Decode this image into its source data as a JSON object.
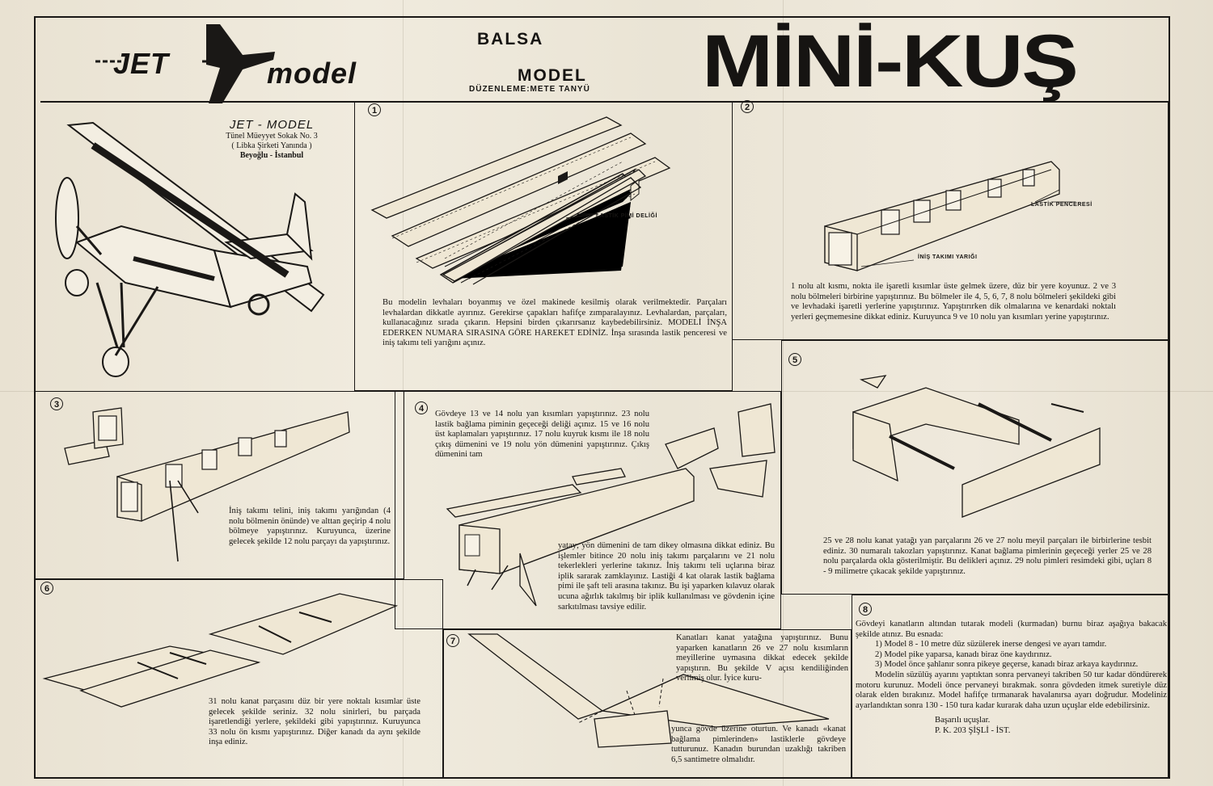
{
  "header": {
    "brand_jet": "JET",
    "brand_model": "model",
    "balsa": "BALSA",
    "model": "MODEL",
    "credit": "DÜZENLEME:METE   TANYÜ",
    "title": "MİNİ-KUŞ"
  },
  "stamp": {
    "line1": "JET - MODEL",
    "line2": "Tünel Müeyyet Sokak No. 3",
    "line3": "( Libka Şirketi Yanında )",
    "line4": "Beyoğlu - İstanbul"
  },
  "steps": {
    "s1": {
      "num": "1",
      "text": "Bu modelin levhaları boyanmış ve özel makinede kesilmiş olarak verilmektedir. Parçaları levhalardan dikkatle ayırınız. Gerekirse çapakları hafifçe zımparalayınız. Levhalardan, parçaları, kullanacağınız sırada çıkarın. Hepsini birden çıkarırsanız kaybedebilirsiniz. MODELİ İNŞA EDERKEN NUMARA SIRASINA GÖRE HAREKET EDİNİZ. İnşa sırasında lastik penceresi ve iniş takımı teli yarığını açınız.",
      "label": "LASTİK PİMİ DELİĞİ"
    },
    "s2": {
      "num": "2",
      "text": "1 nolu alt kısmı, nokta ile işaretli kısımlar üste gelmek üzere, düz bir yere koyunuz. 2 ve 3 nolu bölmeleri birbirine yapıştırınız. Bu bölmeler ile 4, 5, 6, 7, 8 nolu bölmeleri şekildeki gibi ve levhadaki işaretli yerlerine yapıştırınız. Yapıştırırken dik olmalarına ve kenardaki noktalı yerleri geçmemesine dikkat ediniz. Kuruyunca 9 ve 10 nolu yan kısımları yerine yapıştırınız.",
      "label1": "LASTİK PENCERESİ",
      "label2": "İNİŞ TAKIMI YARIĞI"
    },
    "s3": {
      "num": "3",
      "text": "İniş takımı telini, iniş takımı yarığından (4 nolu bölmenin önünde) ve alttan geçirip 4 nolu bölmeye yapıştırınız. Kuruyunca, üzerine gelecek şekilde 12 nolu parçayı da yapıştırınız."
    },
    "s4": {
      "num": "4",
      "text_a": "Gövdeye 13 ve 14 nolu yan kısımları yapıştırınız. 23 nolu lastik bağlama piminin geçeceği deliği açınız. 15 ve 16 nolu üst kaplamaları yapıştırınız. 17 nolu kuyruk kısmı ile 18 nolu çıkış dümenini ve 19 nolu yön dümenini yapıştırınız. Çıkış dümenini tam",
      "text_b": "yatay; yön dümenini de tam dikey olmasına dikkat ediniz. Bu işlemler bitince 20 nolu iniş takımı parçalarını ve 21 nolu tekerlekleri yerlerine takınız. İniş takımı teli uçlarına biraz iplik sararak zamklayınız. Lastiği 4 kat olarak lastik bağlama pimi ile şaft teli arasına takınız. Bu işi yaparken kılavuz olarak ucuna ağırlık takılmış bir iplik kullanılması ve gövdenin içine sarkıtılması tavsiye edilir."
    },
    "s5": {
      "num": "5",
      "text": "25 ve 28 nolu kanat yatağı yan parçalarını 26 ve 27 nolu meyil parçaları ile birbirlerine tesbit ediniz. 30 numaralı takozları yapıştırınız. Kanat bağlama pimlerinin geçeceği yerler 25 ve 28 nolu parçalarda okla gösterilmiştir. Bu delikleri açınız. 29 nolu pimleri resimdeki gibi, uçları 8 - 9 milimetre çıkacak şekilde yapıştırınız."
    },
    "s6": {
      "num": "6",
      "text": "31 nolu kanat parçasını düz bir yere noktalı kısımlar üste gelecek şekilde seriniz. 32 nolu sinirleri, bu parçada işaretlendiği yerlere, şekildeki gibi yapıştırınız. Kuruyunca 33 nolu ön kısmı yapıştırınız. Diğer kanadı da aynı şekilde inşa ediniz."
    },
    "s7": {
      "num": "7",
      "text_a": "Kanatları kanat yatağına yapıştırınız. Bunu yaparken kanatların 26 ve 27 nolu kısımların meyillerine uymasına dikkat edecek şekilde yapıştırın. Bu şekilde V açısı kendiliğinden verilmiş olur. İyice kuru-",
      "text_b": "yunca gövde üzerine oturtun. Ve kanadı «kanat bağlama pimlerinden» lastiklerle gövdeye tutturunuz. Kanadın burundan uzaklığı takriben 6,5 santimetre olmalıdır."
    },
    "s8": {
      "num": "8",
      "intro": "Gövdeyi kanatların altından tutarak modeli (kurmadan) burnu biraz aşağıya bakacak şekilde atınız. Bu esnada:",
      "item1": "1) Model 8 - 10 metre düz süzülerek inerse dengesi ve ayarı tamdır.",
      "item2": "2) Model pike yaparsa, kanadı biraz öne kaydırınız.",
      "item3": "3) Model önce şahlanır sonra pikeye geçerse, kanadı biraz arkaya kaydırınız.",
      "body": "Modelin süzülüş ayarını yaptıktan sonra pervaneyi takriben 50 tur kadar döndürerek motoru kurunuz. Modeli önce pervaneyi bırakmak. sonra gövdeden itmek suretiyle düz olarak elden bırakınız. Model hafifçe tırmanarak havalanırsa ayarı doğrudur. Modeliniz ayarlandıktan sonra 130 - 150 tura kadar kurarak daha uzun uçuşlar elde edebilirsiniz.",
      "signoff": "Başarılı uçuşlar.",
      "address": "P. K. 203 ŞİŞLİ - İST."
    }
  }
}
